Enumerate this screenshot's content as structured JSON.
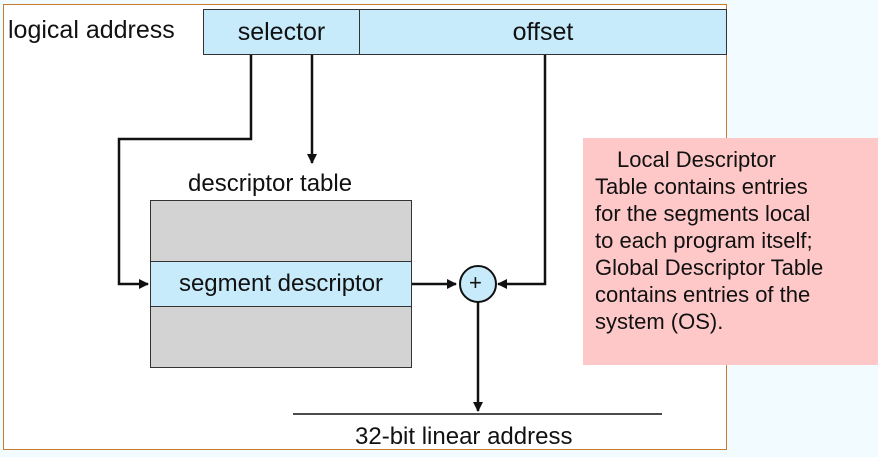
{
  "diagram": {
    "logical_address_label": "logical address",
    "selector_label": "selector",
    "offset_label": "offset",
    "descriptor_table_label": "descriptor table",
    "segment_descriptor_label": "segment descriptor",
    "adder_symbol": "+",
    "linear_address_label": "32-bit linear address"
  },
  "note": {
    "lines": [
      "Local Descriptor",
      "Table contains entries",
      "for the segments local",
      "to each program itself;",
      "Global Descriptor Table",
      "contains entries of the",
      "system (OS)."
    ]
  },
  "colors": {
    "field_fill": "#c7ebfb",
    "table_fill": "#d3d3d3",
    "note_fill": "#ffc8c8",
    "frame_border": "#c87b2e"
  }
}
